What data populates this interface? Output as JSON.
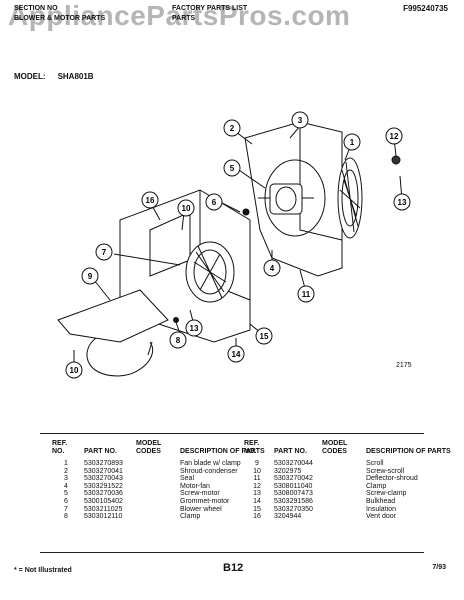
{
  "watermark": "AppliancePartsPros.com",
  "header": {
    "left_line1": "SECTION NO",
    "left_line2": "BLOWER & MOTOR PARTS",
    "mid_line1": "FACTORY PARTS LIST",
    "mid_line2": "PARTS",
    "part_list_no": "F995240735"
  },
  "model": {
    "label": "MODEL:",
    "value": "SHA801B"
  },
  "diagram_code": "2175",
  "callouts": [
    "1",
    "2",
    "3",
    "4",
    "5",
    "6",
    "7",
    "8",
    "9",
    "10",
    "10",
    "11",
    "12",
    "13",
    "13",
    "14",
    "15",
    "16"
  ],
  "table": {
    "headers": {
      "ref": "REF. NO.",
      "part": "PART NO.",
      "model": "MODEL CODES",
      "desc": "DESCRIPTION OF PARTS"
    },
    "left_rows": [
      {
        "ref": "1",
        "part": "5303270893",
        "desc": "Fan blade w/ clamp"
      },
      {
        "ref": "2",
        "part": "5303270041",
        "desc": "Shroud-condenser"
      },
      {
        "ref": "3",
        "part": "5303270043",
        "desc": "Seal"
      },
      {
        "ref": "4",
        "part": "5303291522",
        "desc": "Motor-fan"
      },
      {
        "ref": "5",
        "part": "5303270036",
        "desc": "Screw-motor"
      },
      {
        "ref": "6",
        "part": "5300105402",
        "desc": "Grommet-motor"
      },
      {
        "ref": "7",
        "part": "5303211025",
        "desc": "Blower wheel"
      },
      {
        "ref": "8",
        "part": "5303012110",
        "desc": "Clamp"
      }
    ],
    "right_rows": [
      {
        "ref": "9",
        "part": "5303270044",
        "desc": "Scroll"
      },
      {
        "ref": "10",
        "part": "3202975",
        "desc": "Screw-scroll"
      },
      {
        "ref": "11",
        "part": "5303270042",
        "desc": "Deflector-shroud"
      },
      {
        "ref": "12",
        "part": "5308011040",
        "desc": "Clamp"
      },
      {
        "ref": "13",
        "part": "5308007473",
        "desc": "Screw-clamp"
      },
      {
        "ref": "14",
        "part": "5303291586",
        "desc": "Bulkhead"
      },
      {
        "ref": "15",
        "part": "5303270350",
        "desc": "Insulation"
      },
      {
        "ref": "16",
        "part": "3204944",
        "desc": "Vent door"
      }
    ]
  },
  "footer": {
    "note": "* = Not Illustrated",
    "page": "B12",
    "date": "7/93"
  }
}
